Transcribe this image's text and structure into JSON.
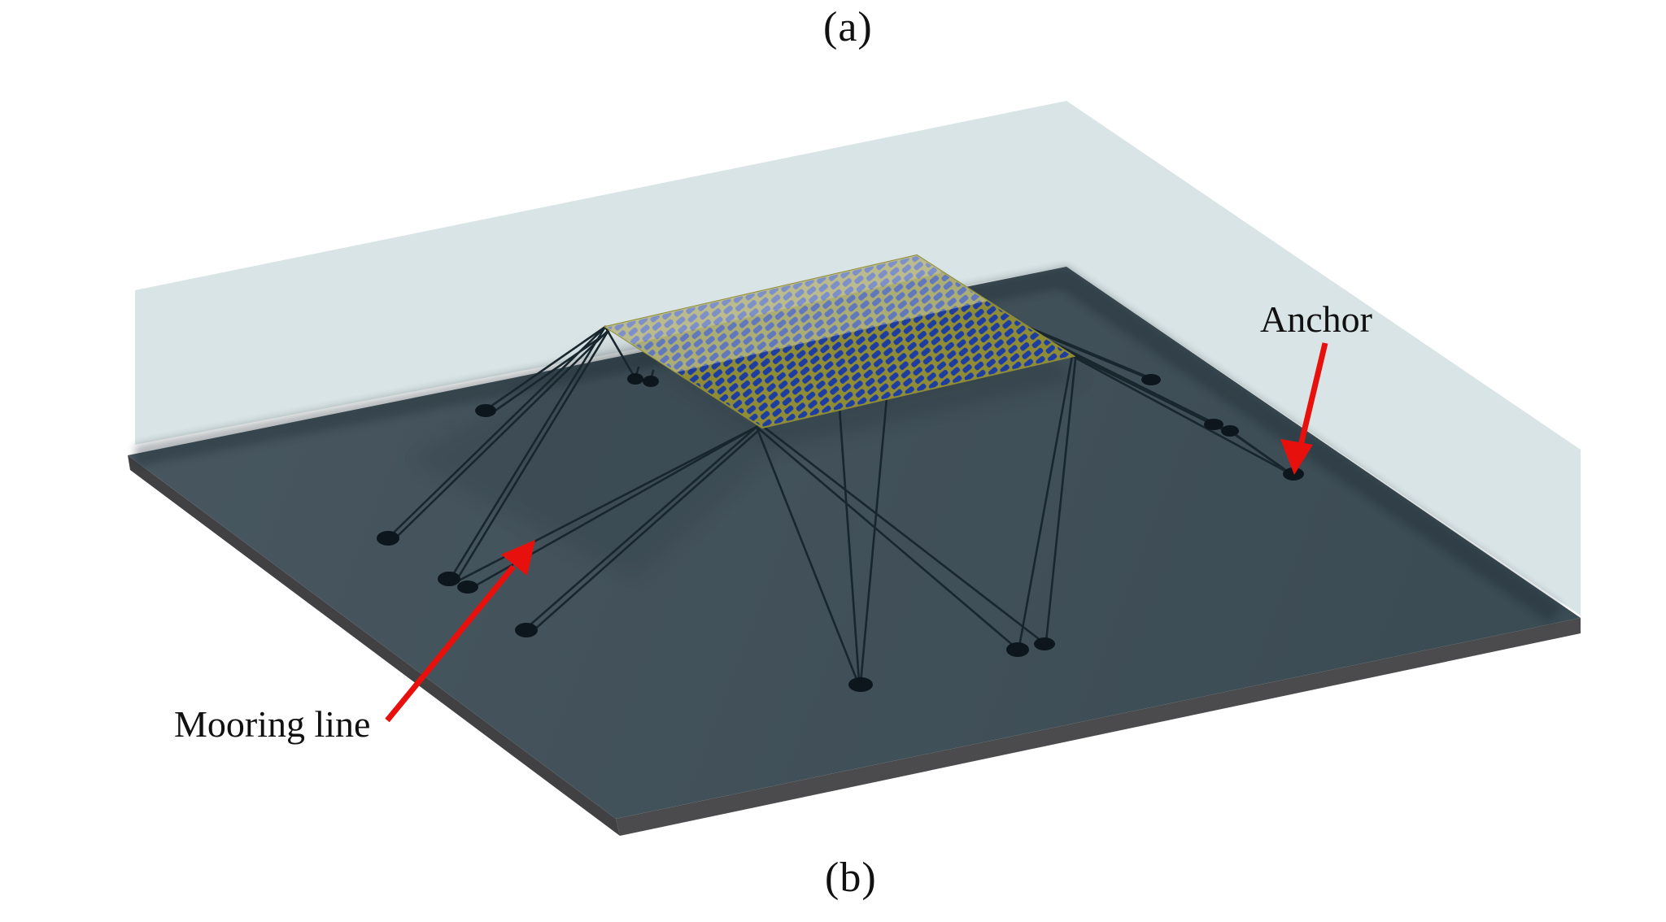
{
  "figure": {
    "panel_label_top": "(a)",
    "panel_label_bottom": "(b)"
  },
  "annotations": [
    {
      "label": "Anchor",
      "arrow_color": "#e8100c",
      "points_to": "anchor-on-seabed-right"
    },
    {
      "label": "Mooring line",
      "arrow_color": "#e8100c",
      "points_to": "mooring-line-left-fan"
    }
  ],
  "scene_objects": {
    "water_surface": "semi-transparent light water volume backdrop",
    "seabed_plate": "dark slate seabed slab shown as tilted rectangular plate",
    "pv_array": "floating photovoltaic array of blue panels on yellow floats",
    "mooring_lines": "taut mooring lines from array edges to seabed anchors",
    "anchors": "black anchor blocks resting on the seabed"
  },
  "colors": {
    "background": "#ffffff",
    "water": "#d9e4e6",
    "seabed_top_a": "#48575f",
    "seabed_top_b": "#3c4c54",
    "seabed_side_left": "#414143",
    "seabed_side_right": "#4b4b4d",
    "edge_shadow": "#16242c",
    "line": "#18262e",
    "anchor": "#0c161c",
    "panel_blue": "#1e3da0",
    "float_yellow": "#8f8c35",
    "upper_band_wash": "#e6eef2",
    "arrow_red": "#e8100c",
    "label_text": "#111111"
  }
}
